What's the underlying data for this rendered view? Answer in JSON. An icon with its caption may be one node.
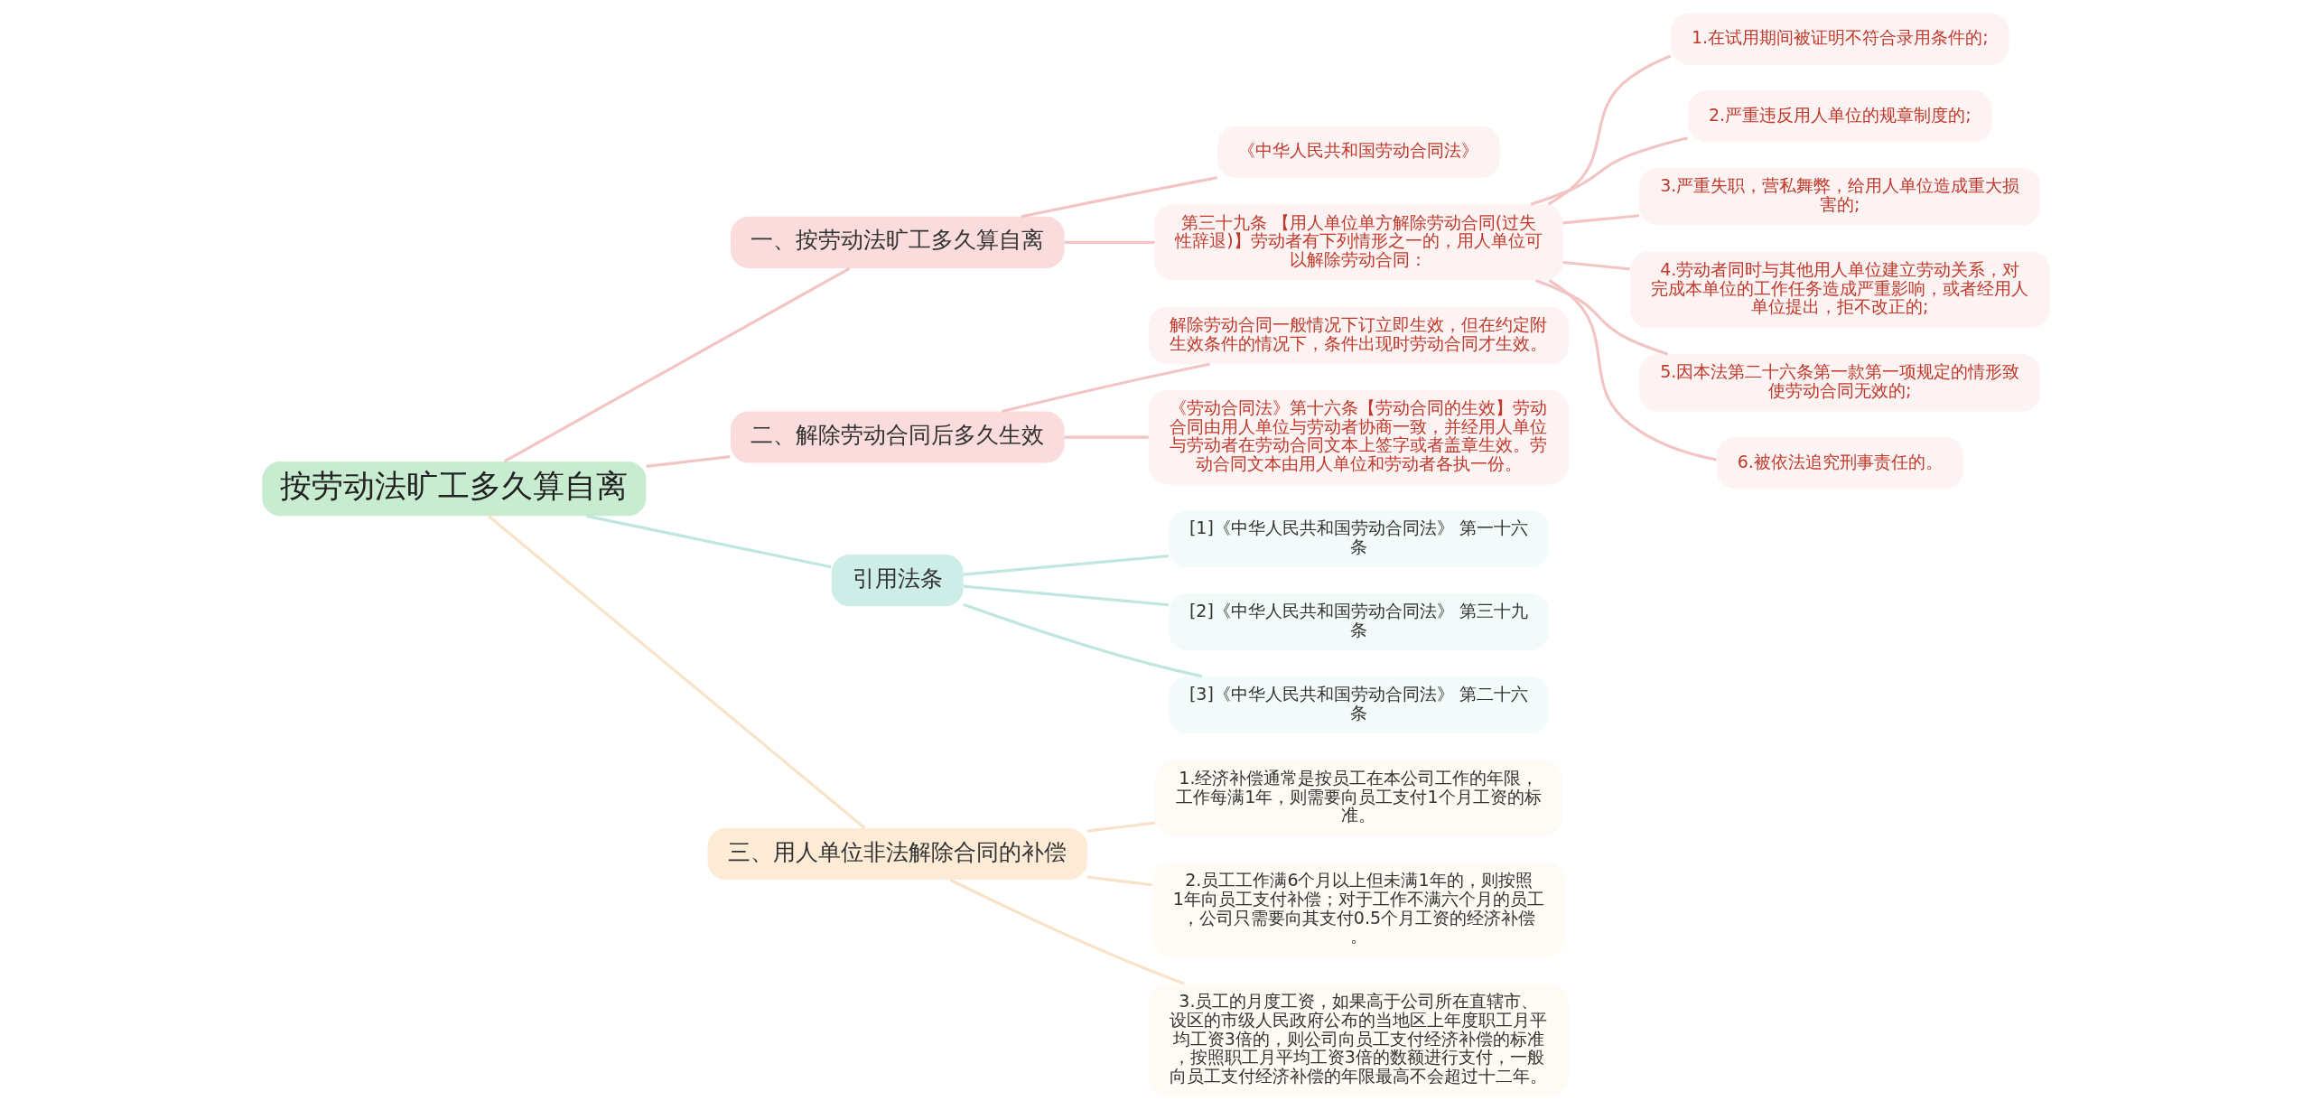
{
  "diagram": {
    "nodes": [
      {
        "text": [
          "按劳动法旷工多久算自离"
        ]
      },
      {
        "text": [
          "一、按劳动法旷工多久算自离"
        ]
      },
      {
        "text": [
          "《中华人民共和国劳动合同法》"
        ]
      },
      {
        "text": [
          "第三十九条 【用人单位单方解除劳动合同(过失性辞退)】劳动者有下列情形之一的，用人单位可以解除劳动合同："
        ]
      },
      {
        "text": [
          "1.在试用期间被证明不符合录用条件的;"
        ]
      },
      {
        "text": [
          "2.严重违反用人单位的规章制度的;"
        ]
      },
      {
        "text": [
          "3.严重失职，营私舞弊，给用人单位造成重大损害的;"
        ]
      },
      {
        "text": [
          "4.劳动者同时与其他用人单位建立劳动关系，对完成本单位的工作任务造成严重影响，或者经用人单位提出，拒不改正的;"
        ]
      },
      {
        "text": [
          "5.因本法第二十六条第一款第一项规定的情形致使劳动合同无效的;"
        ]
      },
      {
        "text": [
          "6.被依法追究刑事责任的。"
        ]
      },
      {
        "text": [
          "二、解除劳动合同后多久生效"
        ]
      },
      {
        "text": [
          "解除劳动合同一般情况下订立即生效，但在约定附生效条件的情况下，条件出现时劳动合同才生效。"
        ]
      },
      {
        "text": [
          "《劳动合同法》第十六条【劳动合同的生效】劳动合同由用人单位与劳动者协商一致，并经用人单位与劳动者在劳动合同文本上签字或者盖章生效。劳动合同文本由用人单位和劳动者各执一份。"
        ]
      },
      {
        "text": [
          "引用法条"
        ]
      },
      {
        "text": [
          "[1]《中华人民共和国劳动合同法》 第一十六条"
        ]
      },
      {
        "text": [
          "[2]《中华人民共和国劳动合同法》 第三十九条"
        ]
      },
      {
        "text": [
          "[3]《中华人民共和国劳动合同法》 第二十六条"
        ]
      },
      {
        "text": [
          "三、用人单位非法解除合同的补偿"
        ]
      },
      {
        "text": [
          "1.经济补偿通常是按员工在本公司工作的年限，工作每满1年，则需要向员工支付1个月工资的标准。"
        ]
      },
      {
        "text": [
          "2.员工工作满6个月以上但未满1年的，则按照1年向员工支付补偿；对于工作不满六个月的员工，公司只需要向其支付0.5个月工资的经济补偿。"
        ]
      },
      {
        "text": [
          "3.员工的月度工资，如果高于公司所在直辖市、设区的市级人民政府公布的当地区上年度职工月平均工资3倍的，则公司向员工支付经济补偿的标准，按照职工月平均工资3倍的数额进行支付，一般向员工支付经济补偿的年限最高不会超过十二年。"
        ]
      }
    ],
    "edges": [
      {
        "from": 0,
        "to": 1,
        "arrow": "none"
      },
      {
        "from": 1,
        "to": 2,
        "arrow": "none"
      },
      {
        "from": 1,
        "to": 3,
        "arrow": "none"
      },
      {
        "from": 3,
        "to": 4,
        "arrow": "none"
      },
      {
        "from": 3,
        "to": 5,
        "arrow": "none"
      },
      {
        "from": 3,
        "to": 6,
        "arrow": "none"
      },
      {
        "from": 3,
        "to": 7,
        "arrow": "none"
      },
      {
        "from": 3,
        "to": 8,
        "arrow": "none"
      },
      {
        "from": 3,
        "to": 9,
        "arrow": "none"
      },
      {
        "from": 0,
        "to": 10,
        "arrow": "none"
      },
      {
        "from": 10,
        "to": 11,
        "arrow": "none"
      },
      {
        "from": 10,
        "to": 12,
        "arrow": "none"
      },
      {
        "from": 0,
        "to": 13,
        "arrow": "none",
        "color": "#bfe6df"
      },
      {
        "from": 13,
        "to": 14,
        "arrow": "none",
        "color": "#bfe6df"
      },
      {
        "from": 13,
        "to": 15,
        "arrow": "none",
        "color": "#bfe6df"
      },
      {
        "from": 13,
        "to": 16,
        "arrow": "none",
        "color": "#bfe6df"
      },
      {
        "from": 0,
        "to": 17,
        "arrow": "none",
        "color": "#f8e3c8"
      },
      {
        "from": 17,
        "to": 18,
        "arrow": "none",
        "color": "#f8e3c8"
      },
      {
        "from": 17,
        "to": 19,
        "arrow": "none",
        "color": "#f8e3c8"
      },
      {
        "from": 17,
        "to": 20,
        "arrow": "none",
        "color": "#f8e3c8"
      }
    ]
  }
}
